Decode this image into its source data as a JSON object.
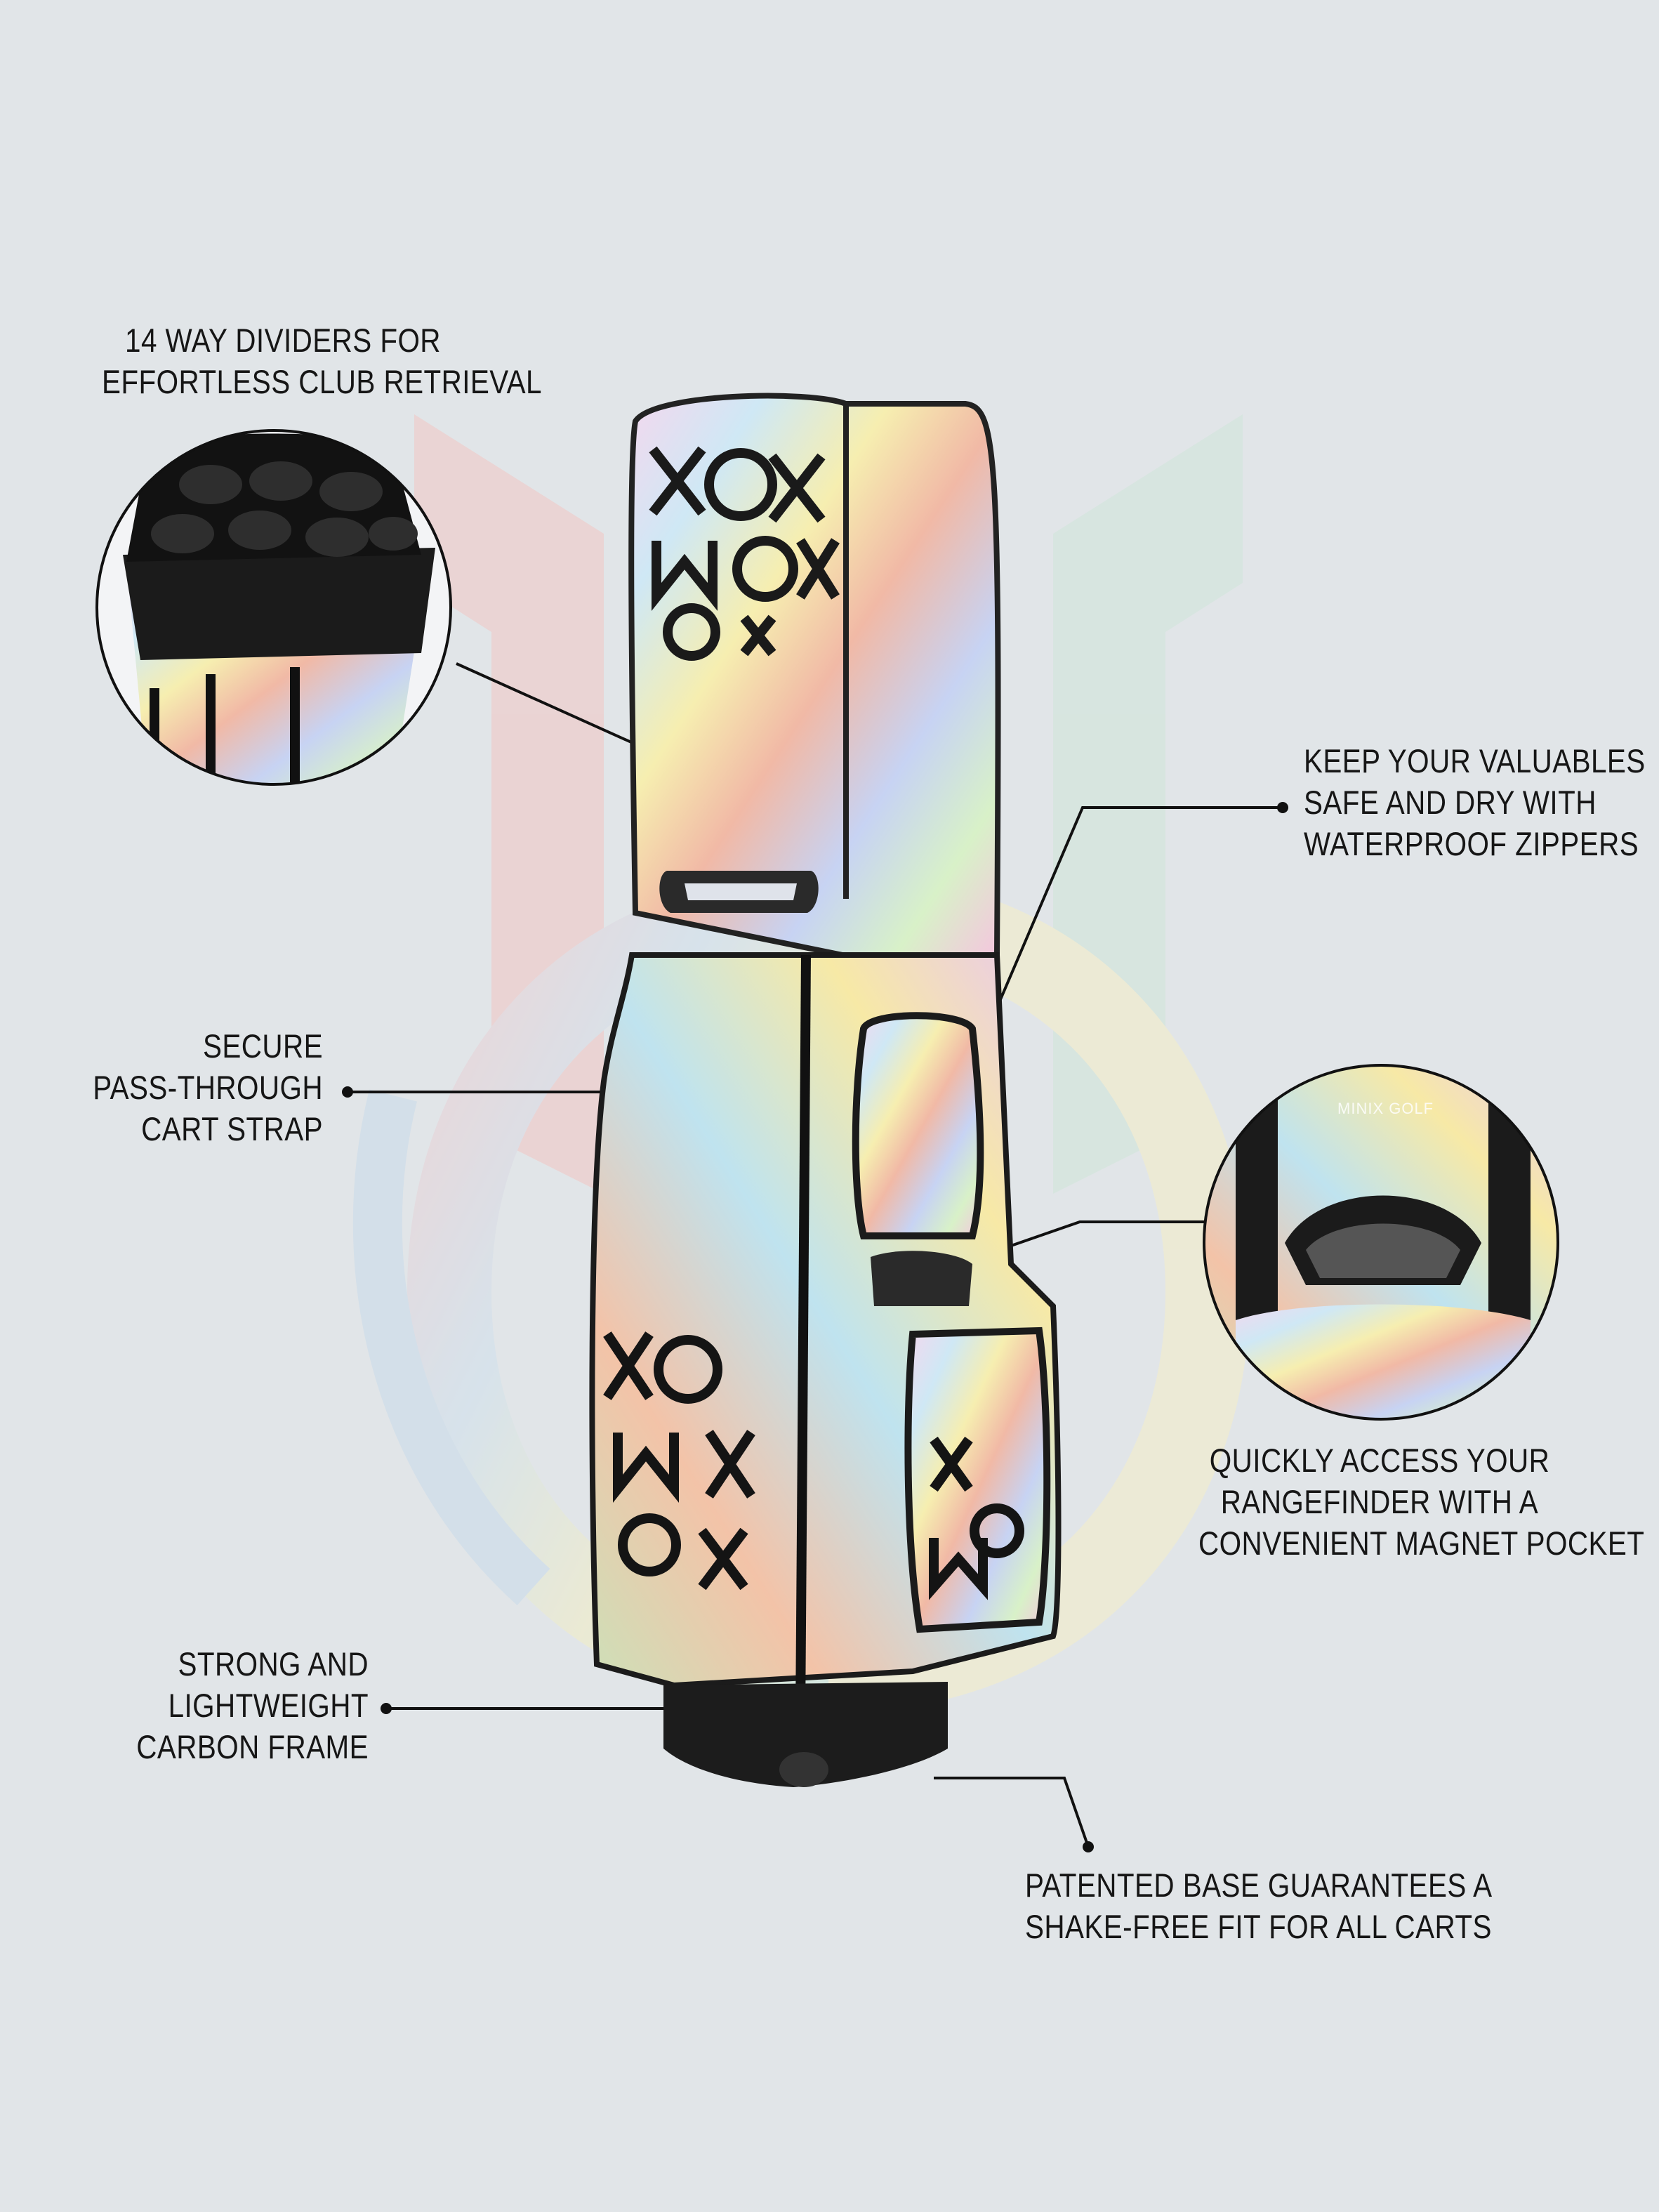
{
  "callouts": {
    "dividers": [
      "14 WAY DIVIDERS FOR",
      "EFFORTLESS CLUB RETRIEVAL"
    ],
    "cart_strap": [
      "SECURE",
      "PASS-THROUGH",
      "CART STRAP"
    ],
    "valuables": [
      "KEEP YOUR VALUABLES",
      "SAFE AND DRY WITH",
      "WATERPROOF ZIPPERS"
    ],
    "rangefinder": [
      "QUICKLY ACCESS YOUR",
      "RANGEFINDER WITH A",
      "CONVENIENT MAGNET POCKET"
    ],
    "carbon_frame": [
      "STRONG AND",
      "LIGHTWEIGHT",
      "CARBON FRAME"
    ],
    "base": [
      "PATENTED BASE GUARANTEES A",
      "SHAKE-FREE FIT FOR ALL CARTS"
    ]
  },
  "zoom_labels": {
    "pocket_brand": "MINIX GOLF"
  },
  "colors": {
    "background": "#e1e5e8",
    "text": "#161616",
    "leader_line": "#111111"
  },
  "icons": {
    "background_logo": "m-monogram-watermark",
    "bag_pattern": "xomi-letter-pattern"
  }
}
